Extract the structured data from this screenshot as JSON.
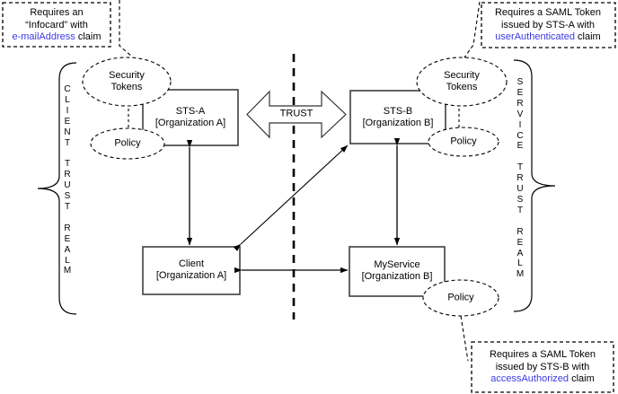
{
  "diagram": {
    "title": "Cross-realm federated trust diagram",
    "colors": {
      "claim_blue": "#3b3be2",
      "box_stroke": "#4a4a4a",
      "line": "#000000"
    }
  },
  "callouts": [
    {
      "name": "infocard-callout",
      "line1": "Requires an",
      "line2": "“Infocard” with",
      "claim": "e-mailAddress",
      "line3_tail": " claim"
    },
    {
      "name": "sts-a-token-callout",
      "line1": "Requires a SAML Token",
      "line2": "issued by STS-A with",
      "claim": "userAuthenticated",
      "line3_tail": " claim"
    },
    {
      "name": "sts-b-token-callout",
      "line1": "Requires a SAML Token",
      "line2": "issued by STS-B with",
      "claim": "accessAuthorized",
      "line3_tail": " claim"
    }
  ],
  "nodes": {
    "sts_a": {
      "line1": "STS-A",
      "line2": "[Organization A]"
    },
    "sts_b": {
      "line1": "STS-B",
      "line2": "[Organization B]"
    },
    "client": {
      "line1": "Client",
      "line2": "[Organization A]"
    },
    "myservice": {
      "line1": "MyService",
      "line2": "[Organization B]"
    }
  },
  "artifacts": {
    "security_tokens_left": {
      "line1": "Security",
      "line2": "Tokens"
    },
    "policy_left": {
      "label": "Policy"
    },
    "security_tokens_right": {
      "line1": "Security",
      "line2": "Tokens"
    },
    "policy_right": {
      "label": "Policy"
    },
    "policy_service": {
      "label": "Policy"
    }
  },
  "connectors": {
    "trust_label": "TRUST"
  },
  "realms": {
    "client_realm": {
      "text": "CLIENT TRUST REALM",
      "stacked": "C\nL\nI\nE\nN\nT\n \nT\nR\nU\nS\nT\n \nR\nE\nA\nL\nM"
    },
    "service_realm": {
      "text": "SERVICE TRUST REALM",
      "stacked": "S\nE\nR\nV\nI\nC\nE\n \nT\nR\nU\nS\nT\n \nR\nE\nA\nL\nM"
    }
  }
}
